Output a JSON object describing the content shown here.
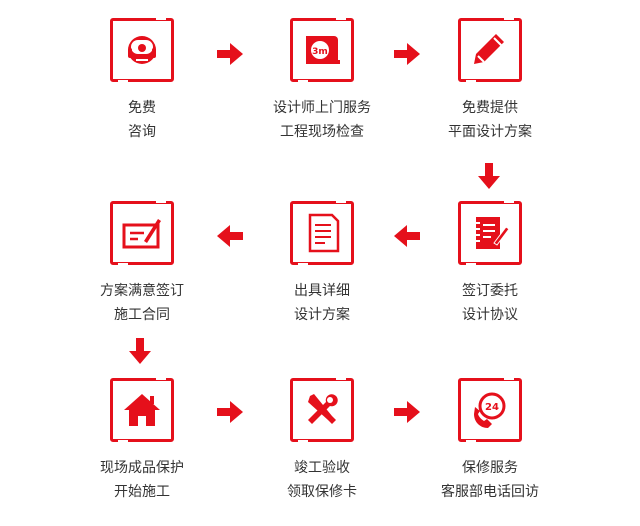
{
  "steps": [
    {
      "line1": "免费",
      "line2": "咨询",
      "icon": "headset-icon"
    },
    {
      "line1": "设计师上门服务",
      "line2": "工程现场检查",
      "icon": "tape-measure-icon",
      "icon_text": "3m"
    },
    {
      "line1": "免费提供",
      "line2": "平面设计方案",
      "icon": "pencil-icon"
    },
    {
      "line1": "方案满意签订",
      "line2": "施工合同",
      "icon": "check-sign-icon"
    },
    {
      "line1": "出具详细",
      "line2": "设计方案",
      "icon": "document-icon"
    },
    {
      "line1": "签订委托",
      "line2": "设计协议",
      "icon": "notebook-pen-icon"
    },
    {
      "line1": "现场成品保护",
      "line2": "开始施工",
      "icon": "house-icon"
    },
    {
      "line1": "竣工验收",
      "line2": "领取保修卡",
      "icon": "tools-icon"
    },
    {
      "line1": "保修服务",
      "line2": "客服部电话回访",
      "icon": "phone-24-icon",
      "icon_text": "24"
    }
  ],
  "colors": {
    "accent": "#e5101b",
    "text": "#333333"
  }
}
